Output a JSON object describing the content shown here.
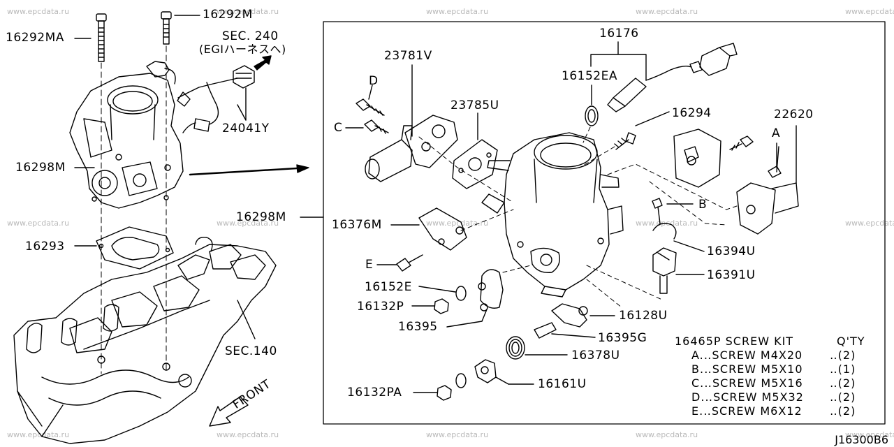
{
  "watermark_text": "www.epcdata.ru",
  "part_labels": {
    "l16292ma": "16292MA",
    "l16292m": "16292M",
    "sec240_line1": "SEC. 240",
    "sec240_line2": "(EGIハーネスへ)",
    "l24041y": "24041Y",
    "l16298m_left": "16298M",
    "l16293": "16293",
    "sec140": "SEC.140",
    "front": "FRONT",
    "l16298m_box": "16298M",
    "l23781v": "23781V",
    "lD": "D",
    "lC": "C",
    "l23785u": "23785U",
    "l16176": "16176",
    "l16152ea": "16152EA",
    "l16294": "16294",
    "l22620": "22620",
    "lA": "A",
    "lB": "B",
    "l16376m": "16376M",
    "lE": "E",
    "l16394u": "16394U",
    "l16391u": "16391U",
    "l16152e": "16152E",
    "l16132p": "16132P",
    "l16395": "16395",
    "l16128u": "16128U",
    "l16395g": "16395G",
    "l16378u": "16378U",
    "l16161u": "16161U",
    "l16132pa": "16132PA"
  },
  "screw_kit": {
    "title": "16465P SCREW KIT",
    "qty_header": "Q'TY",
    "items": [
      {
        "text": "A.‥SCREW M4X20",
        "qty": "‥(2)"
      },
      {
        "text": "B.‥SCREW M5X10",
        "qty": "‥(1)"
      },
      {
        "text": "C.‥SCREW M5X16",
        "qty": "‥(2)"
      },
      {
        "text": "D.‥SCREW M5X32",
        "qty": "‥(2)"
      },
      {
        "text": "E.‥SCREW M6X12",
        "qty": "‥(2)"
      }
    ]
  },
  "page_number": "J16300B6"
}
